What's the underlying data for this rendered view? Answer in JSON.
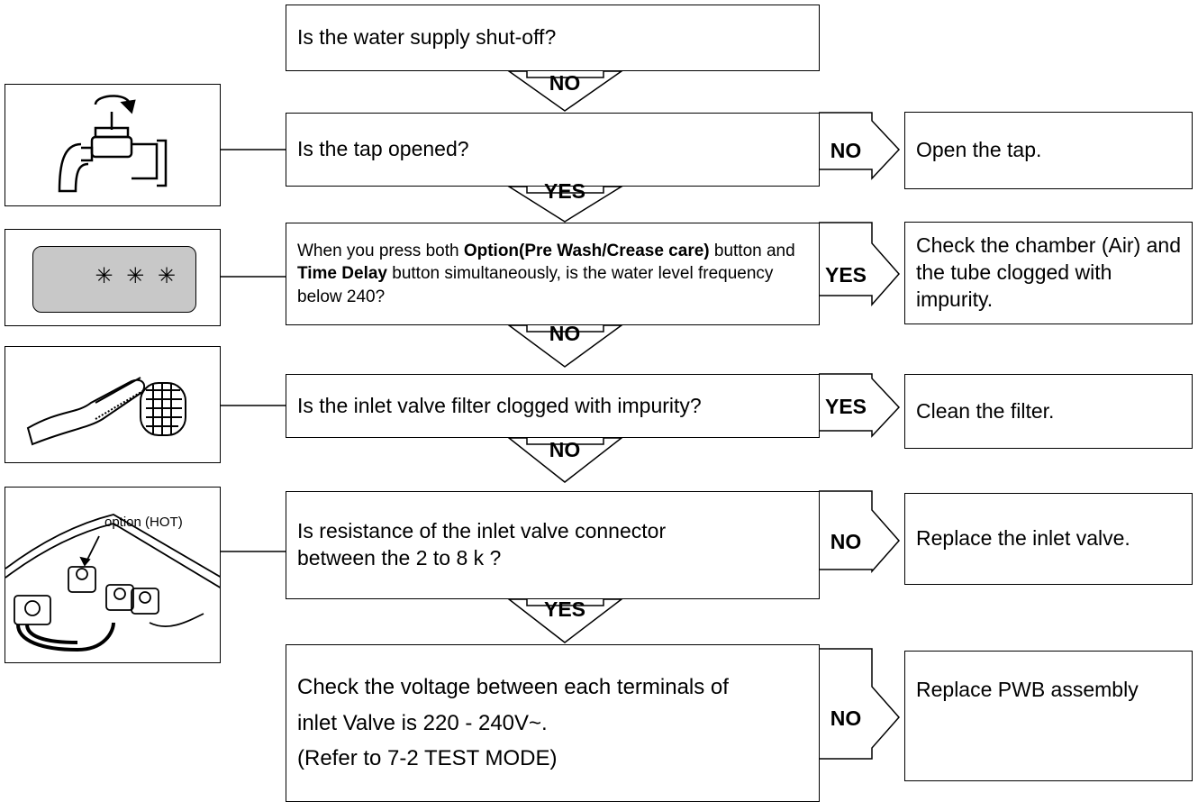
{
  "steps": [
    {
      "question": "Is the water supply shut-off?",
      "down_label": "NO"
    },
    {
      "question": "Is the tap opened?",
      "side_label": "NO",
      "result": "Open the tap.",
      "down_label": "YES"
    },
    {
      "question_parts": {
        "a": "When you press both ",
        "b": "Option(Pre Wash/Crease care)",
        "c": " button and ",
        "d": "Time Delay",
        "e": " button simultaneously, is the water level frequency below 240?"
      },
      "side_label": "YES",
      "result": "Check the chamber (Air) and the tube clogged with impurity.",
      "down_label": "NO"
    },
    {
      "question": "Is the inlet valve filter clogged with impurity?",
      "side_label": "YES",
      "result": "Clean the filter.",
      "down_label": "NO"
    },
    {
      "question_line1": "Is resistance of the inlet valve connector",
      "question_line2": "between the 2 to 8 k   ?",
      "side_label": "NO",
      "result": "Replace the inlet valve.",
      "down_label": "YES"
    },
    {
      "question_line1": "Check the voltage between each terminals of",
      "question_line2": "inlet Valve is 220 - 240V~.",
      "question_line3": "(Refer to 7-2 TEST MODE)",
      "side_label": "NO",
      "result": "Replace PWB assembly"
    }
  ],
  "illustrations": {
    "display_readout": "✳ ✳ ✳",
    "valve_callout": "option (HOT)"
  }
}
